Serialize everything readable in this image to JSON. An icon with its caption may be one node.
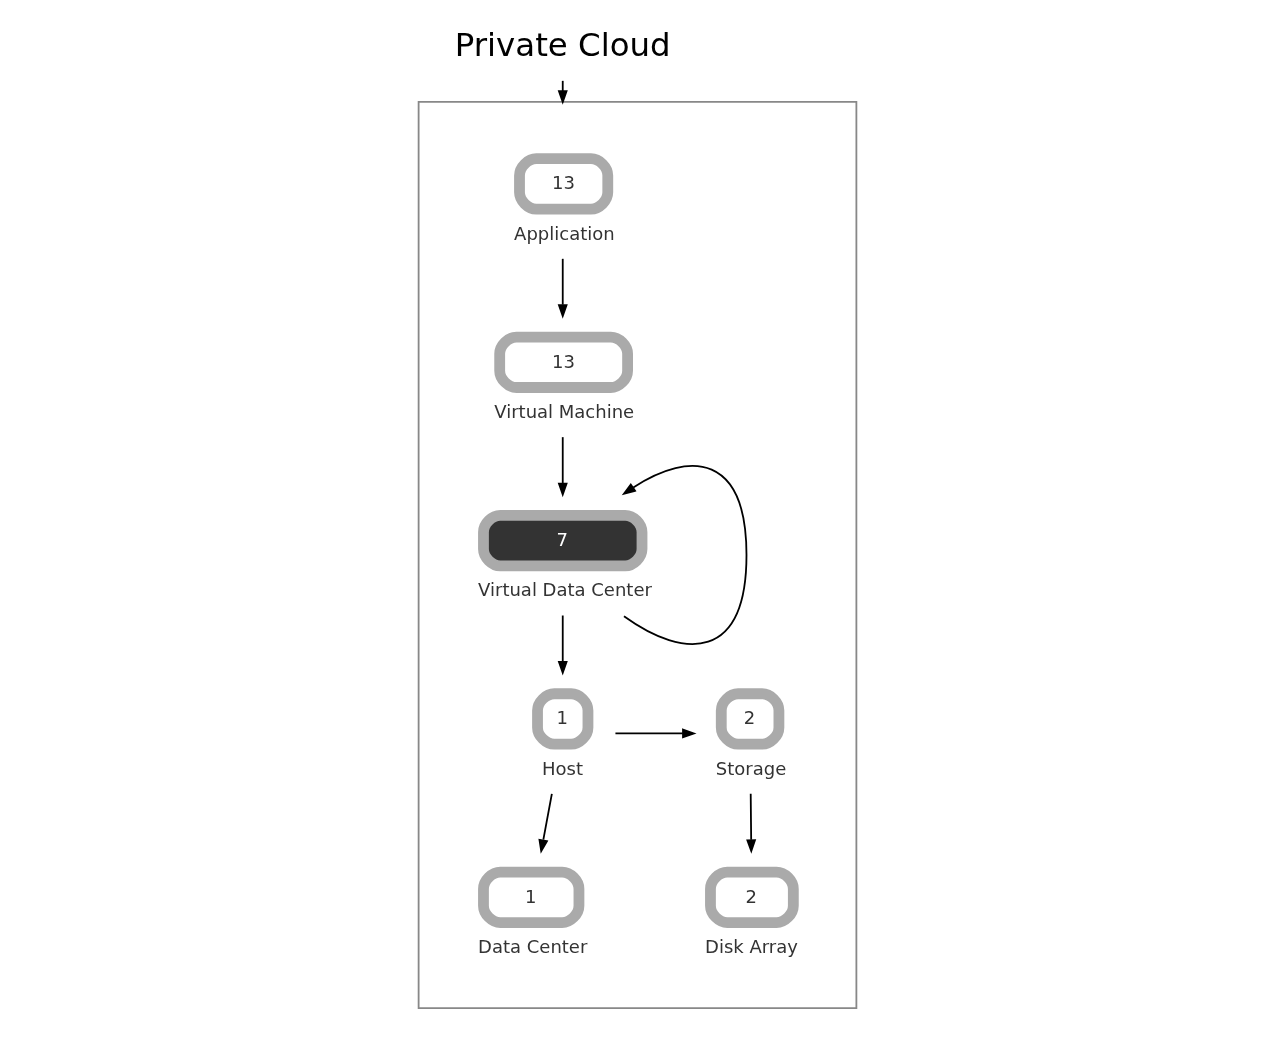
{
  "diagram": {
    "nodes": [
      {
        "text": [
          "Private Cloud"
        ]
      },
      {
        "text": [],
        "shape": "box"
      },
      {
        "text": [
          "13",
          "Application"
        ],
        "in": 1
      },
      {
        "text": [
          "13",
          "Virtual Machine"
        ],
        "in": 1
      },
      {
        "text": [
          "7",
          "Virtual Data Center"
        ],
        "in": 1
      },
      {
        "text": [
          "2",
          "Storage"
        ],
        "in": 1
      },
      {
        "text": [
          "1",
          "Host"
        ],
        "in": 1
      },
      {
        "text": [
          "2",
          "Disk Array"
        ],
        "in": 1
      },
      {
        "text": [
          "1",
          "Data Center"
        ],
        "in": 1
      }
    ],
    "edges": [
      {
        "from": 0,
        "to": 1,
        "arrow": "to"
      },
      {
        "from": 2,
        "to": 3,
        "arrow": "to"
      },
      {
        "from": 3,
        "to": 4,
        "arrow": "to"
      },
      {
        "from": 4,
        "to": 4,
        "arrow": "to"
      },
      {
        "from": 4,
        "to": 6,
        "arrow": "to"
      },
      {
        "from": 6,
        "to": 5,
        "arrow": "to"
      },
      {
        "from": 5,
        "to": 7,
        "arrow": "to"
      },
      {
        "from": 6,
        "to": 8,
        "arrow": "to"
      }
    ]
  }
}
